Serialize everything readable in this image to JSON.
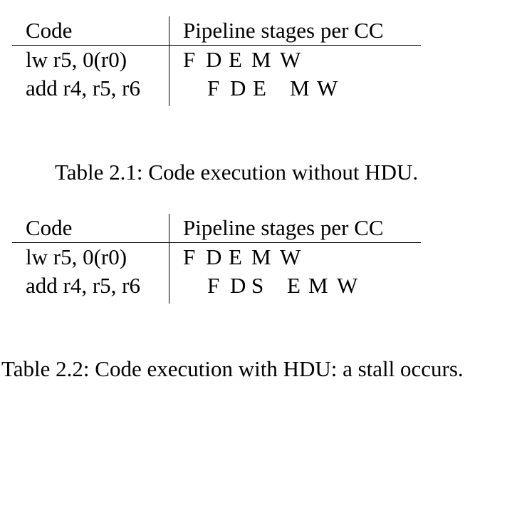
{
  "table1": {
    "header_code": "Code",
    "header_stages": "Pipeline stages per CC",
    "rows": [
      {
        "code": "lw r5, 0(r0)",
        "stages": [
          "F",
          "D",
          "E",
          "M",
          "W"
        ]
      },
      {
        "code": "add r4, r5, r6",
        "stages": [
          "F",
          "D",
          "E",
          "",
          "M",
          "W"
        ]
      }
    ],
    "caption": "Table 2.1: Code execution without HDU."
  },
  "table2": {
    "header_code": "Code",
    "header_stages": "Pipeline stages per CC",
    "rows": [
      {
        "code": "lw r5, 0(r0)",
        "stages": [
          "F",
          "D",
          "E",
          "M",
          "W"
        ]
      },
      {
        "code": "add r4, r5, r6",
        "stages": [
          "F",
          "D",
          "S",
          "",
          "E",
          "M",
          "W"
        ]
      }
    ],
    "caption": "Table 2.2: Code execution with HDU: a stall occurs."
  }
}
